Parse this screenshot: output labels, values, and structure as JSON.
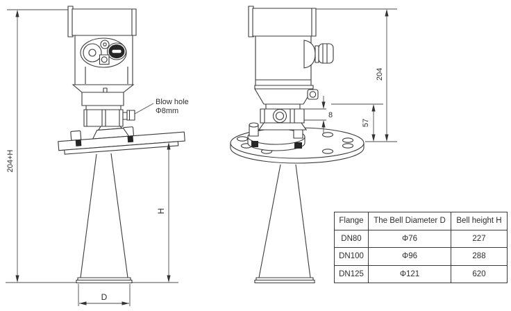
{
  "drawing": {
    "blow_hole_note": {
      "line1": "Blow hole",
      "line2": "Φ8mm"
    },
    "dimensions": {
      "total_height": "204+H",
      "bell_height": "H",
      "bell_diameter": "D",
      "housing_height": "204",
      "flange_to_neck": "57",
      "blow_hole_gap": "8"
    }
  },
  "spec_table": {
    "headers": [
      "Flange",
      "The Bell Diameter D",
      "Bell height  H"
    ],
    "rows": [
      [
        "DN80",
        "Φ76",
        "227"
      ],
      [
        "DN100",
        "Φ96",
        "288"
      ],
      [
        "DN125",
        "Φ121",
        "620"
      ]
    ]
  }
}
